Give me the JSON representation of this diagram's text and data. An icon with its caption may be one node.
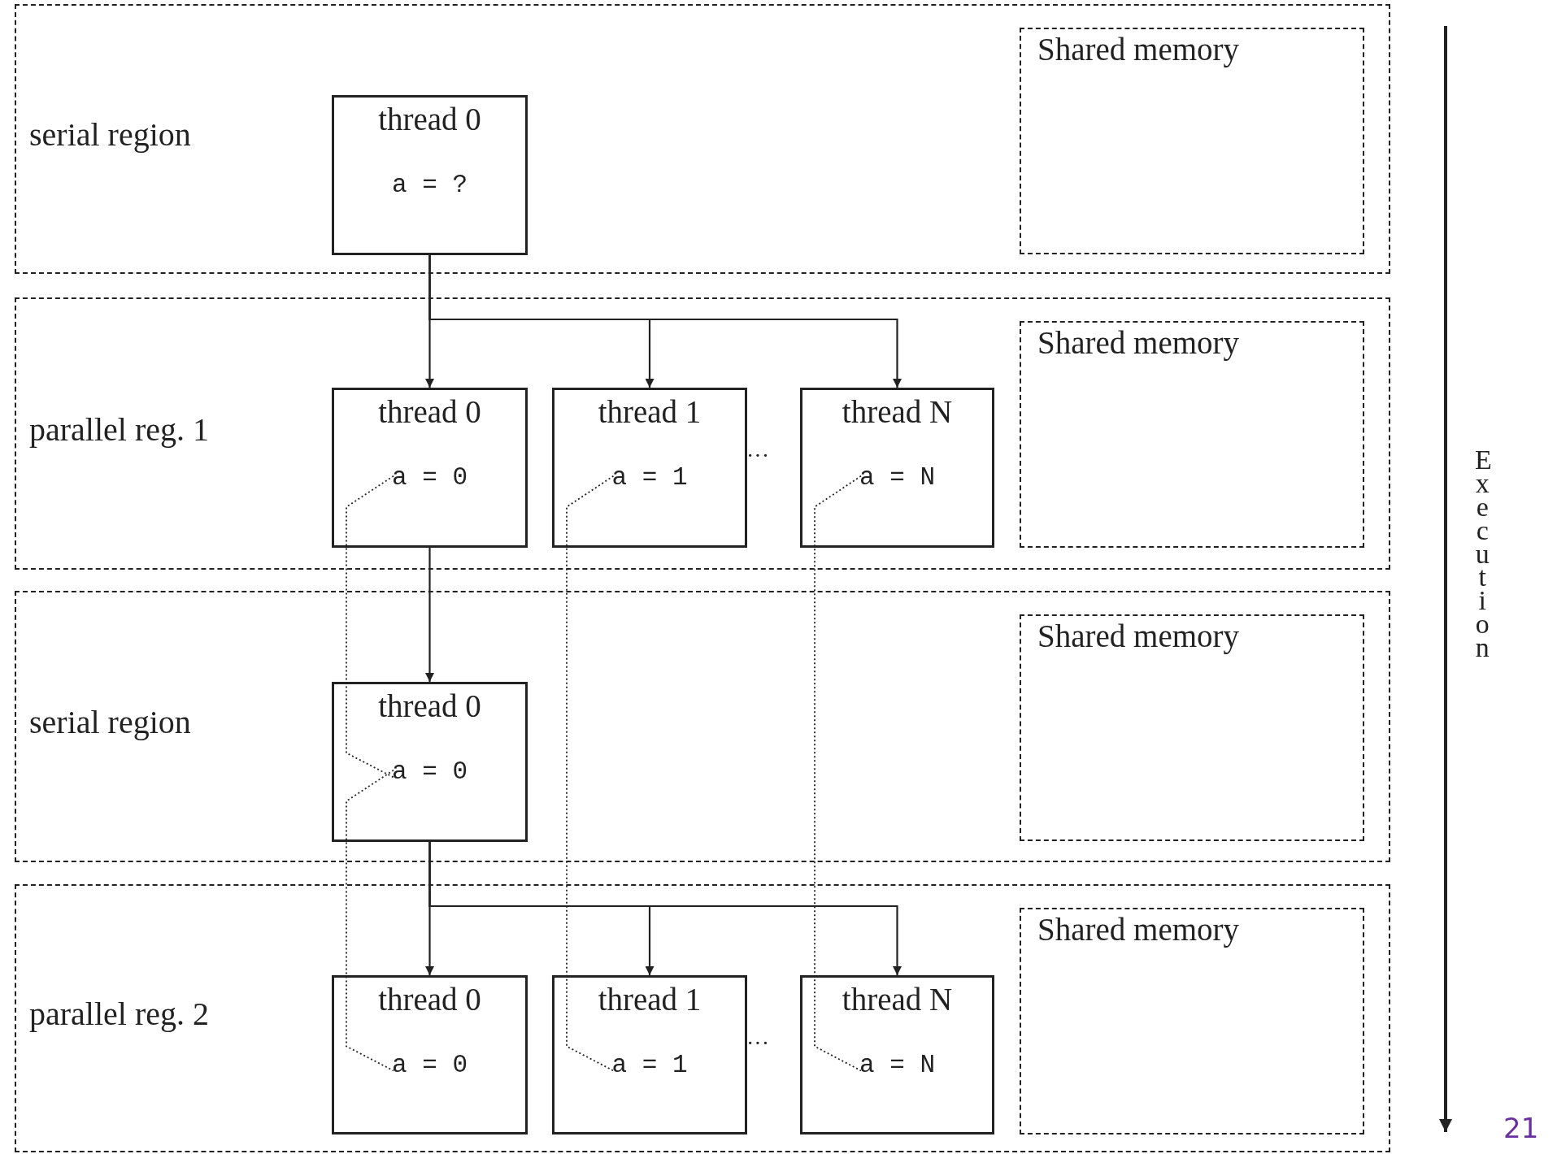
{
  "diagram": {
    "nodes": [
      {
        "text": [
          "serial region"
        ]
      },
      {
        "text": [
          "thread 0",
          "a = ?"
        ],
        "in": 0
      },
      {
        "text": [
          "Shared memory"
        ],
        "in": 0
      },
      {
        "text": [
          "parallel reg. 1"
        ]
      },
      {
        "text": [
          "thread 0",
          "a = 0"
        ],
        "in": 3
      },
      {
        "text": [
          "thread 1",
          "a = 1"
        ],
        "in": 3
      },
      {
        "text": [
          "thread N",
          "a = N"
        ],
        "in": 3
      },
      {
        "text": [
          "Shared memory"
        ],
        "in": 3
      },
      {
        "text": [
          "serial region"
        ]
      },
      {
        "text": [
          "thread 0",
          "a = 0"
        ],
        "in": 8
      },
      {
        "text": [
          "Shared memory"
        ],
        "in": 8
      },
      {
        "text": [
          "parallel reg. 2"
        ]
      },
      {
        "text": [
          "thread 0",
          "a = 0"
        ],
        "in": 11
      },
      {
        "text": [
          "thread 1",
          "a = 1"
        ],
        "in": 11
      },
      {
        "text": [
          "thread N",
          "a = N"
        ],
        "in": 11
      },
      {
        "text": [
          "Shared memory"
        ],
        "in": 11
      }
    ],
    "edges": [
      {
        "from": 1,
        "to": 4,
        "arrow": "to"
      },
      {
        "from": 1,
        "to": 5,
        "arrow": "to"
      },
      {
        "from": 1,
        "to": 6,
        "arrow": "to"
      },
      {
        "from": 4,
        "to": 9,
        "arrow": "to"
      },
      {
        "from": 9,
        "to": 12,
        "arrow": "to"
      },
      {
        "from": 9,
        "to": 13,
        "arrow": "to"
      },
      {
        "from": 9,
        "to": 14,
        "arrow": "to"
      },
      {
        "from": 4,
        "to": 9,
        "arrow": "none",
        "style": "dashed"
      },
      {
        "from": 9,
        "to": 12,
        "arrow": "none",
        "style": "dashed"
      },
      {
        "from": 5,
        "to": 13,
        "arrow": "none",
        "style": "dashed"
      },
      {
        "from": 6,
        "to": 14,
        "arrow": "none",
        "style": "dashed"
      }
    ],
    "labels": [
      "···",
      "···",
      "Execution",
      "21"
    ]
  }
}
